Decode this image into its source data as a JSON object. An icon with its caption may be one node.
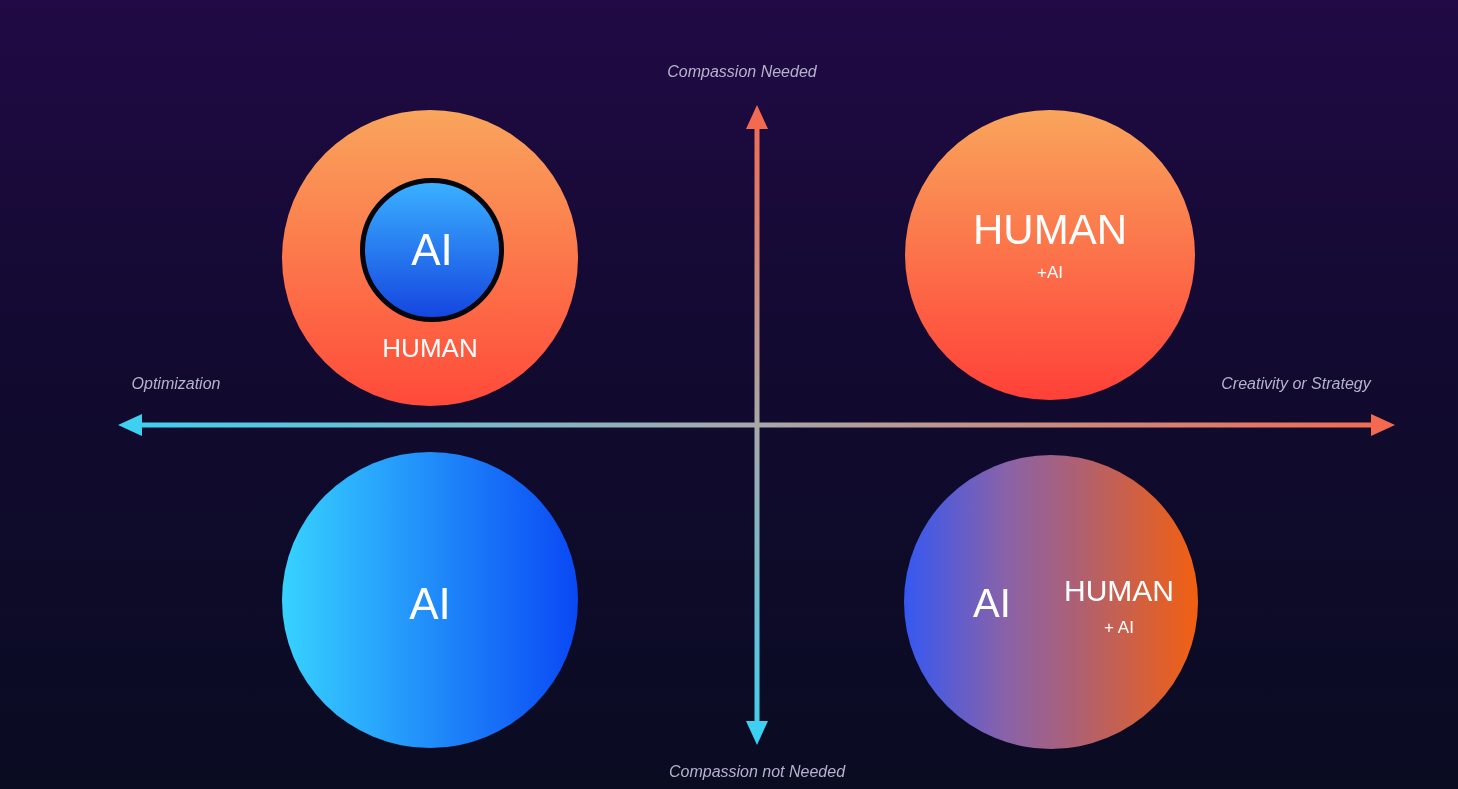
{
  "diagram": {
    "nodes": [
      {
        "text": [
          "HUMAN"
        ]
      },
      {
        "text": [
          "AI"
        ],
        "in": 0
      },
      {
        "text": [
          "HUMAN",
          "+AI"
        ]
      },
      {
        "text": [
          "AI"
        ]
      },
      {
        "text": [
          "AI",
          "HUMAN",
          "+ AI"
        ]
      }
    ],
    "labels": [
      "Compassion Needed",
      "Optimization",
      "Creativity or Strategy",
      "Compassion not Needed"
    ]
  }
}
